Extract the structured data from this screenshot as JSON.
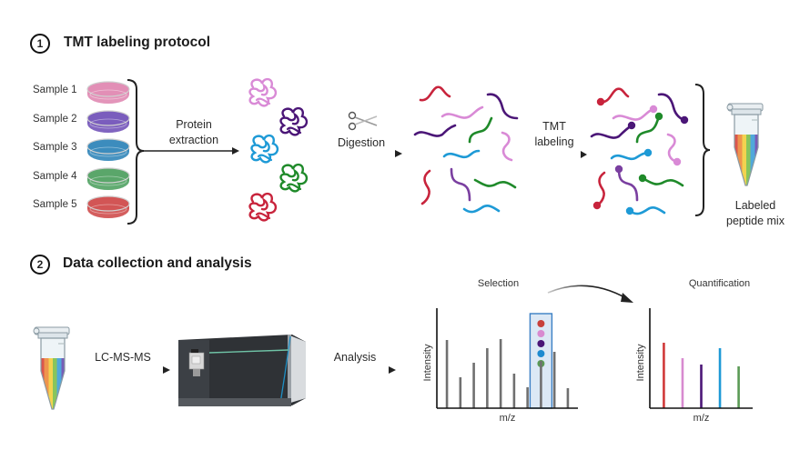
{
  "section1": {
    "number": "1",
    "title": "TMT labeling protocol",
    "samples": [
      {
        "label": "Sample 1",
        "color": "#e28fb6"
      },
      {
        "label": "Sample 2",
        "color": "#7a5dbd"
      },
      {
        "label": "Sample 3",
        "color": "#3c8cbd"
      },
      {
        "label": "Sample 4",
        "color": "#5aa66a"
      },
      {
        "label": "Sample 5",
        "color": "#d25555"
      }
    ],
    "step_protein_extraction": [
      "Protein",
      "extraction"
    ],
    "step_digestion": "Digestion",
    "step_tmt_labeling": [
      "TMT",
      "labeling"
    ],
    "result_label": [
      "Labeled",
      "peptide mix"
    ]
  },
  "section2": {
    "number": "2",
    "title": "Data collection and analysis",
    "step_lcmsms": "LC-MS-MS",
    "step_analysis": "Analysis"
  },
  "peptide_colors": {
    "red": "#c8243c",
    "pink": "#d98ad6",
    "purple": "#4b1677",
    "blue": "#1e9ad6",
    "green": "#1f8a2a",
    "violet": "#7a3fa0"
  },
  "chart_data": [
    {
      "type": "bar",
      "title": "Selection",
      "xlabel": "m/z",
      "ylabel": "Intensity",
      "ylim": [
        0,
        100
      ],
      "values": [
        75,
        34,
        50,
        66,
        76,
        38,
        23,
        52,
        62,
        22
      ],
      "selected_index": 7,
      "selected_ions": [
        "#c8403a",
        "#d88ad0",
        "#4b1677",
        "#1e8ad0",
        "#5a9a55"
      ],
      "bar_color": "#707070"
    },
    {
      "type": "bar",
      "title": "Quantification",
      "xlabel": "m/z",
      "ylabel": "Intensity",
      "ylim": [
        0,
        100
      ],
      "values": [
        72,
        55,
        48,
        66,
        46
      ],
      "colors": [
        "#d03a3a",
        "#d88ad0",
        "#4b1677",
        "#1e9ad6",
        "#5a9a55"
      ]
    }
  ]
}
